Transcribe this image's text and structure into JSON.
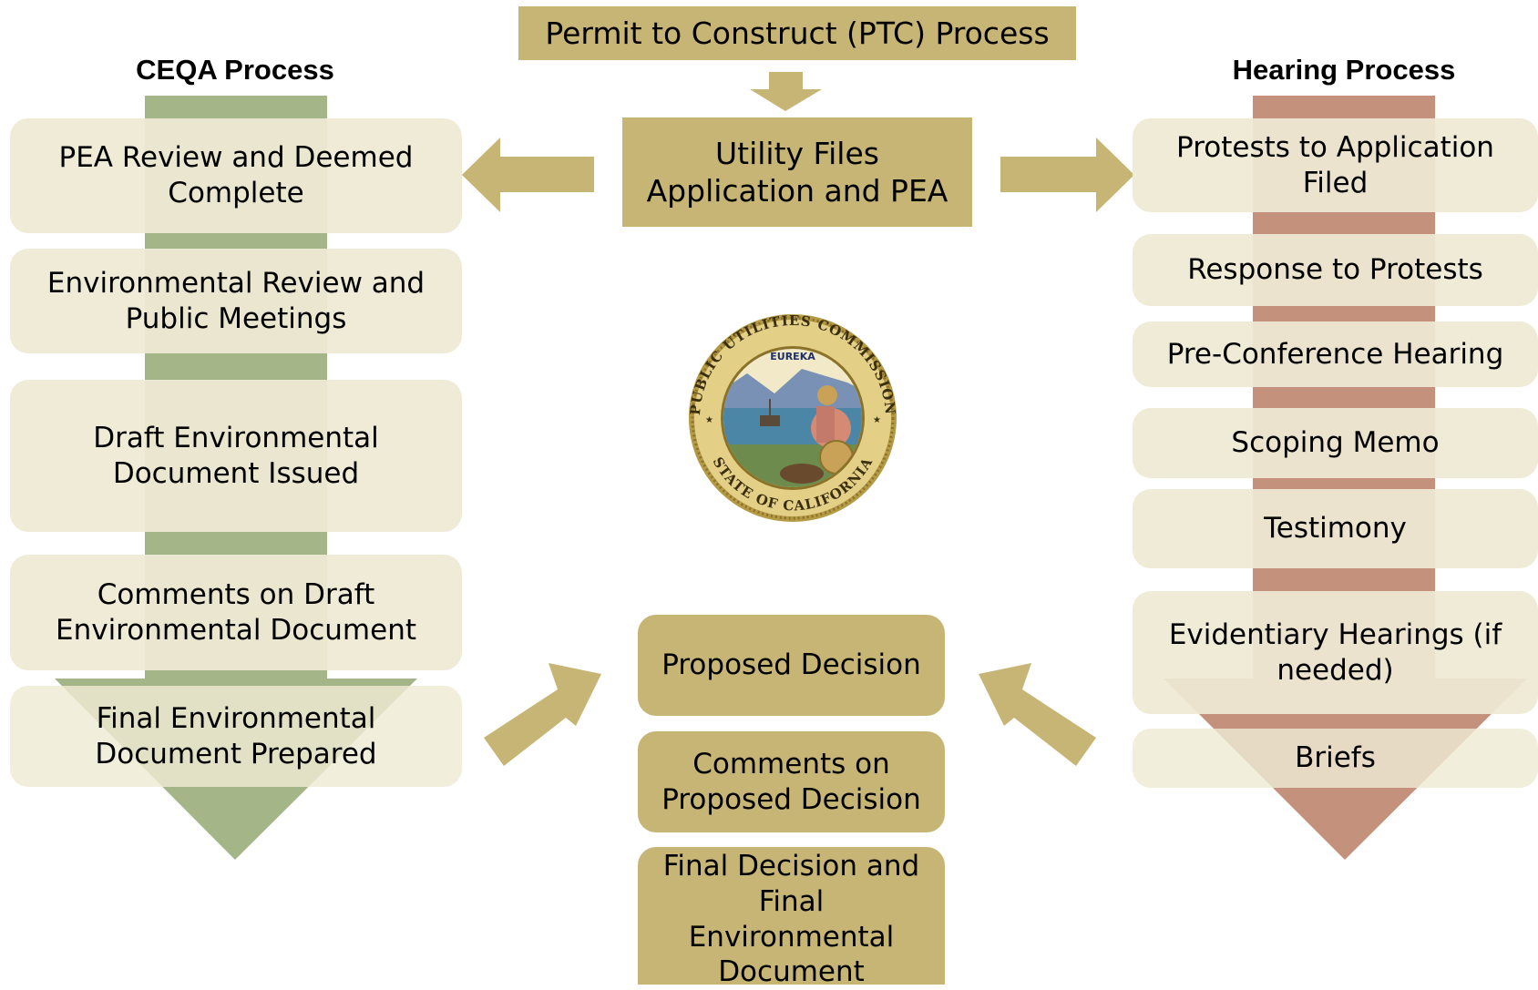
{
  "ptc_title": "Permit to Construct (PTC) Process",
  "utility_files": [
    "Utility Files",
    "Application and PEA"
  ],
  "ceqa": {
    "title": "CEQA Process",
    "steps": [
      [
        "PEA Review and Deemed",
        "Complete"
      ],
      [
        "Environmental Review and",
        "Public Meetings"
      ],
      [
        "Draft Environmental",
        "Document Issued"
      ],
      [
        "Comments on Draft",
        "Environmental Document"
      ],
      [
        "Final Environmental",
        "Document Prepared"
      ]
    ]
  },
  "hearing": {
    "title": "Hearing Process",
    "steps": [
      [
        "Protests to Application",
        "Filed"
      ],
      [
        "Response to Protests"
      ],
      [
        "Pre-Conference Hearing"
      ],
      [
        "Scoping Memo"
      ],
      [
        "Testimony"
      ],
      [
        "Evidentiary Hearings (if",
        "needed)"
      ],
      [
        "Briefs"
      ]
    ]
  },
  "decision": {
    "proposed": [
      "Proposed Decision"
    ],
    "comments": [
      "Comments on",
      "Proposed Decision"
    ],
    "final": [
      "Final Decision and",
      "Final",
      "Environmental",
      "Document"
    ]
  },
  "seal": {
    "top_text": "PUBLIC UTILITIES COMMISSION",
    "motto": "EUREKA",
    "bottom_text": "STATE OF CALIFORNIA"
  },
  "colors": {
    "gold": "#c7b576",
    "cream": "#efead4",
    "ceqa_green": "#a4b687",
    "hearing_rust": "#c4917c"
  }
}
